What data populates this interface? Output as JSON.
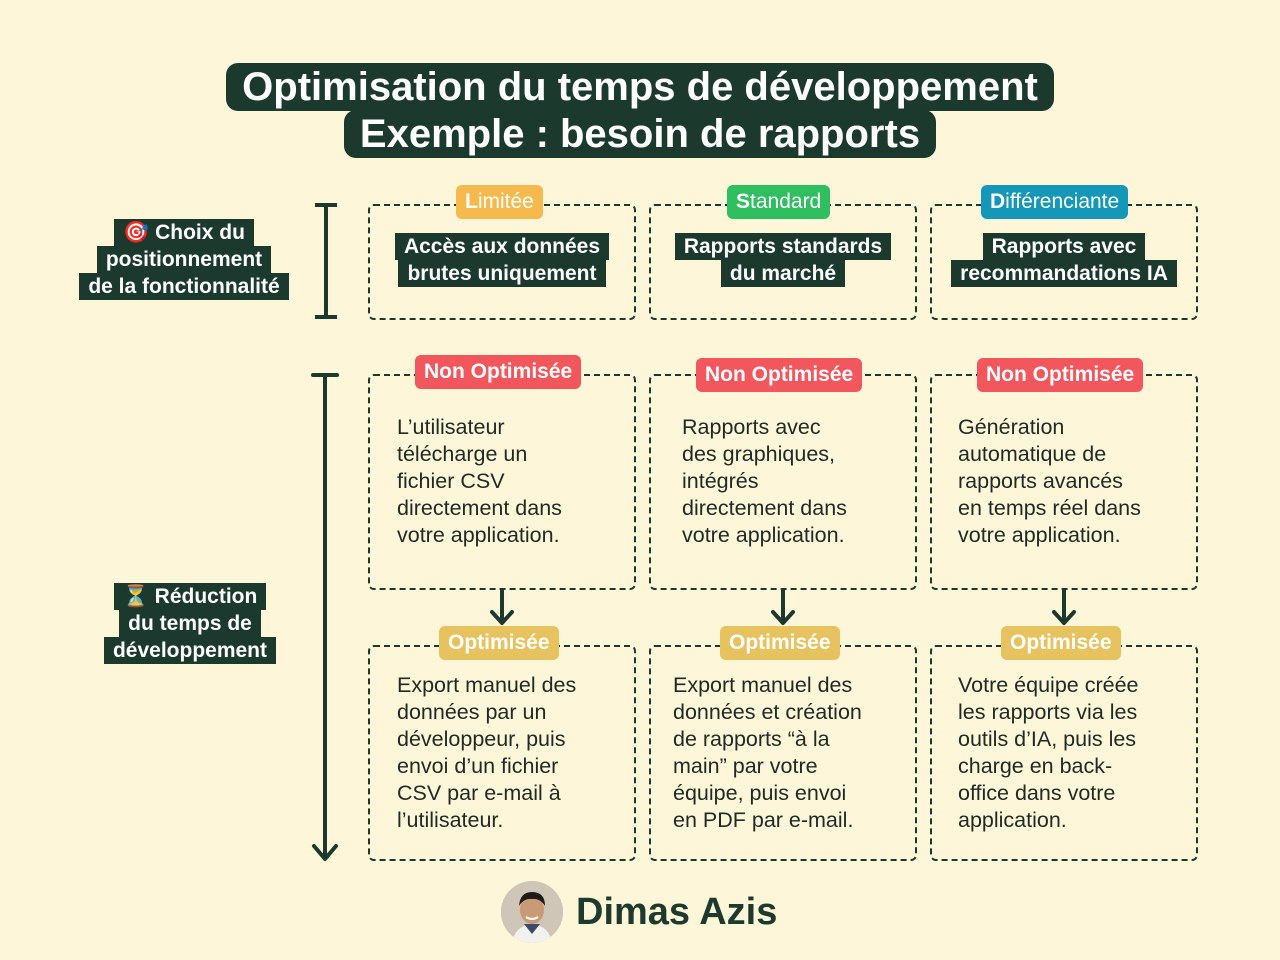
{
  "title": {
    "line1": "Optimisation du temps de développement",
    "line2": "Exemple : besoin de rapports"
  },
  "side_labels": {
    "positioning": {
      "icon": "target-icon",
      "lines": [
        "🎯 Choix du",
        "positionnement",
        "de la fonctionnalité"
      ]
    },
    "reduction": {
      "icon": "hourglass-icon",
      "lines": [
        "⏳ Réduction",
        "du temps de",
        "développement"
      ]
    }
  },
  "columns": [
    {
      "level_initial": "L",
      "level_rest": "imitée",
      "level_color": "#f6b94e",
      "feature_lines": [
        "Accès aux données",
        "brutes uniquement"
      ],
      "non_opt_label": "Non Optimisée",
      "non_opt_lines": [
        "L’utilisateur",
        "télécharge un",
        "fichier CSV",
        "directement dans",
        "votre application."
      ],
      "opt_label": "Optimisée",
      "opt_lines": [
        "Export manuel des",
        "données par un",
        "développeur, puis",
        "envoi d’un fichier",
        "CSV par e-mail à",
        "l’utilisateur."
      ]
    },
    {
      "level_initial": "S",
      "level_rest": "tandard",
      "level_color": "#2fbf61",
      "feature_lines": [
        "Rapports standards",
        "du marché"
      ],
      "non_opt_label": "Non Optimisée",
      "non_opt_lines": [
        "Rapports avec",
        "des graphiques,",
        "intégrés",
        "directement dans",
        "votre application."
      ],
      "opt_label": "Optimisée",
      "opt_lines": [
        "Export manuel des",
        "données et création",
        "de rapports “à la",
        "main” par votre",
        "équipe, puis envoi",
        "en PDF par e-mail."
      ]
    },
    {
      "level_initial": "D",
      "level_rest": "ifférenciante",
      "level_color": "#1597b8",
      "feature_lines": [
        "Rapports avec",
        "recommandations IA"
      ],
      "non_opt_label": "Non Optimisée",
      "non_opt_lines": [
        "Génération",
        "automatique de",
        "rapports avancés",
        "en temps réel dans",
        "votre application."
      ],
      "opt_label": "Optimisée",
      "opt_lines": [
        "Votre équipe créée",
        "les rapports via les",
        "outils d’IA, puis les",
        "charge en back-",
        "office dans votre",
        "application."
      ]
    }
  ],
  "author": {
    "name": "Dimas Azis",
    "avatar_icon": "avatar"
  }
}
